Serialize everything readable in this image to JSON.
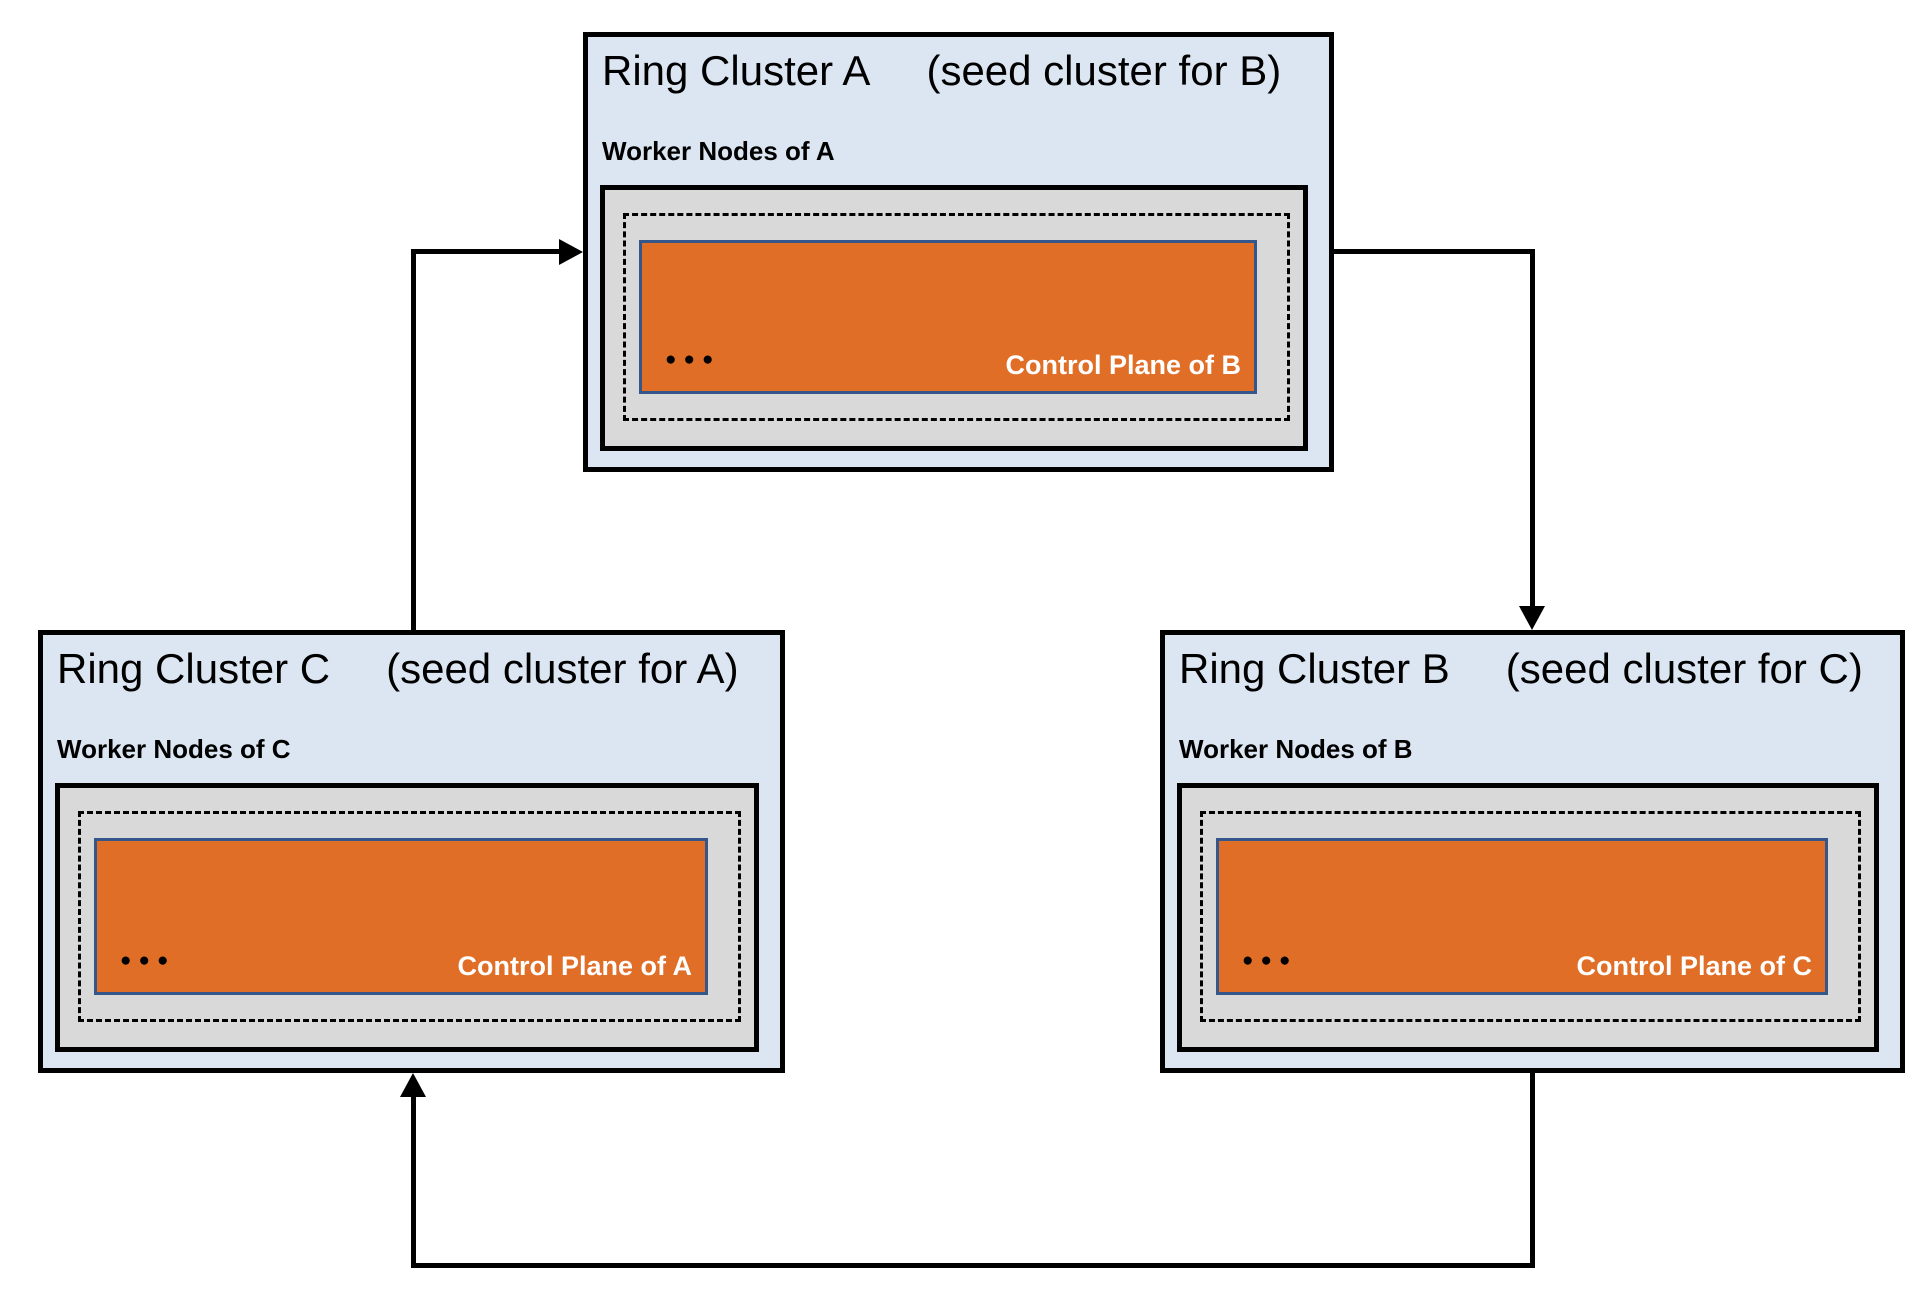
{
  "ellipsis": "●●●",
  "clusters": [
    {
      "id": "A",
      "title": "Ring Cluster A",
      "seed_label": "(seed cluster for B)",
      "worker_label": "Worker Nodes of A",
      "control_label": "Control Plane of B"
    },
    {
      "id": "C",
      "title": "Ring Cluster C",
      "seed_label": "(seed cluster for A)",
      "worker_label": "Worker Nodes of C",
      "control_label": "Control Plane of A"
    },
    {
      "id": "B",
      "title": "Ring Cluster B",
      "seed_label": "(seed cluster for C)",
      "worker_label": "Worker Nodes of B",
      "control_label": "Control Plane of C"
    }
  ],
  "colors": {
    "cluster_bg": "#DCE6F2",
    "node_bg": "#D9D9D9",
    "control_plane_bg": "#E06E27",
    "control_plane_border": "#35568B",
    "line": "#000000"
  }
}
